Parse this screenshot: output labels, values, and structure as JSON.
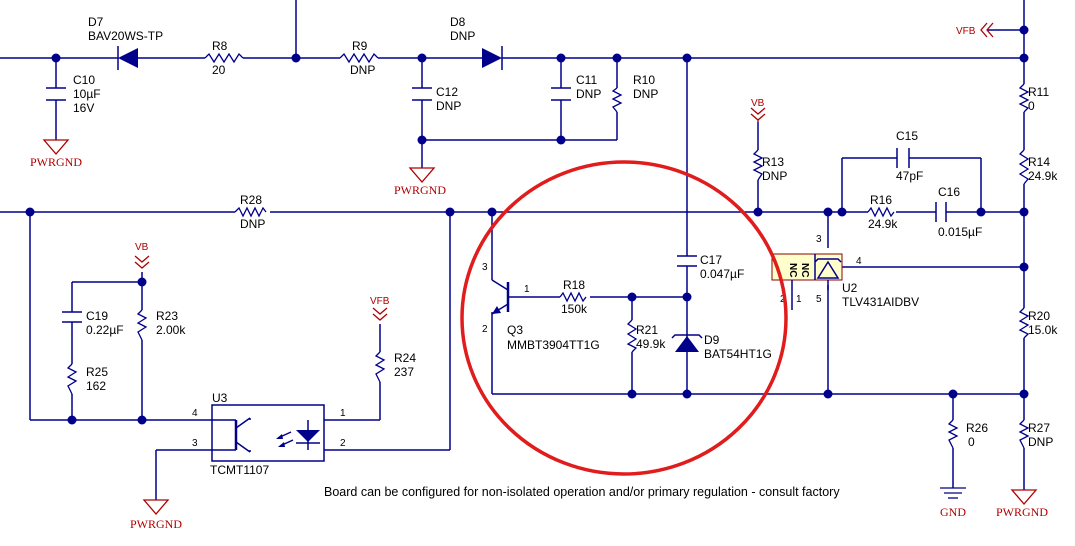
{
  "components": {
    "d7": {
      "ref": "D7",
      "value": "BAV20WS-TP"
    },
    "c10": {
      "ref": "C10",
      "value": "10µF",
      "rating": "16V"
    },
    "r8": {
      "ref": "R8",
      "value": "20"
    },
    "r9": {
      "ref": "R9",
      "value": "DNP"
    },
    "d8": {
      "ref": "D8",
      "value": "DNP"
    },
    "c12": {
      "ref": "C12",
      "value": "DNP"
    },
    "c11": {
      "ref": "C11",
      "value": "DNP"
    },
    "r10": {
      "ref": "R10",
      "value": "DNP"
    },
    "r11": {
      "ref": "R11",
      "value": "0"
    },
    "r13": {
      "ref": "R13",
      "value": "DNP"
    },
    "c15": {
      "ref": "C15",
      "value": "47pF"
    },
    "r14": {
      "ref": "R14",
      "value": "24.9k"
    },
    "r28": {
      "ref": "R28",
      "value": "DNP"
    },
    "r16": {
      "ref": "R16",
      "value": "24.9k"
    },
    "c16": {
      "ref": "C16",
      "value": "0.015µF"
    },
    "c17": {
      "ref": "C17",
      "value": "0.047µF"
    },
    "r18": {
      "ref": "R18",
      "value": "150k"
    },
    "q3": {
      "ref": "Q3",
      "value": "MMBT3904TT1G"
    },
    "r21": {
      "ref": "R21",
      "value": "49.9k"
    },
    "d9": {
      "ref": "D9",
      "value": "BAT54HT1G"
    },
    "u2": {
      "ref": "U2",
      "value": "TLV431AIDBV"
    },
    "r20": {
      "ref": "R20",
      "value": "15.0k"
    },
    "c19": {
      "ref": "C19",
      "value": "0.22µF"
    },
    "r23": {
      "ref": "R23",
      "value": "2.00k"
    },
    "r25": {
      "ref": "R25",
      "value": "162"
    },
    "r24": {
      "ref": "R24",
      "value": "237"
    },
    "u3": {
      "ref": "U3",
      "value": "TCMT1107"
    },
    "r26": {
      "ref": "R26",
      "value": "0"
    },
    "r27": {
      "ref": "R27",
      "value": "DNP"
    }
  },
  "nets": {
    "pwrgnd": "PWRGND",
    "gnd": "GND",
    "vb": "VB",
    "vfb": "VFB"
  },
  "pins": {
    "q3_3": "3",
    "q3_1": "1",
    "q3_2": "2",
    "u2_nc_a": "NC",
    "u2_nc_b": "NC",
    "u2_3": "3",
    "u2_4": "4",
    "u2_2": "2",
    "u2_1": "1",
    "u2_5": "5",
    "u3_4": "4",
    "u3_3": "3",
    "u3_1": "1",
    "u3_2": "2"
  },
  "note": "Board can be configured for non-isolated operation and/or primary regulation - consult factory",
  "colors": {
    "wire": "#00008b",
    "net_label": "#b00000",
    "highlight_circle": "#e01c1c"
  }
}
